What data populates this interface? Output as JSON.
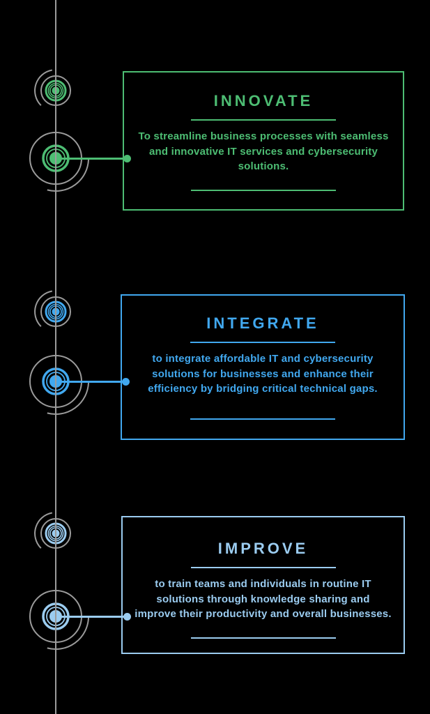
{
  "page": {
    "background": "#000000",
    "axis_color": "#9b9b9b"
  },
  "sections": [
    {
      "id": "innovate",
      "title": "INNOVATE",
      "description": "To streamline business processes with seamless and innovative IT services and cybersecurity solutions.",
      "accent": "#4dbd73"
    },
    {
      "id": "integrate",
      "title": "INTEGRATE",
      "description": "to integrate affordable IT and cybersecurity solutions for businesses and enhance their efficiency by bridging critical technical gaps.",
      "accent": "#41a8ef"
    },
    {
      "id": "improve",
      "title": "IMPROVE",
      "description": "to train teams and individuals in routine IT solutions through knowledge sharing and improve their productivity and overall businesses.",
      "accent": "#9bccf0"
    }
  ]
}
